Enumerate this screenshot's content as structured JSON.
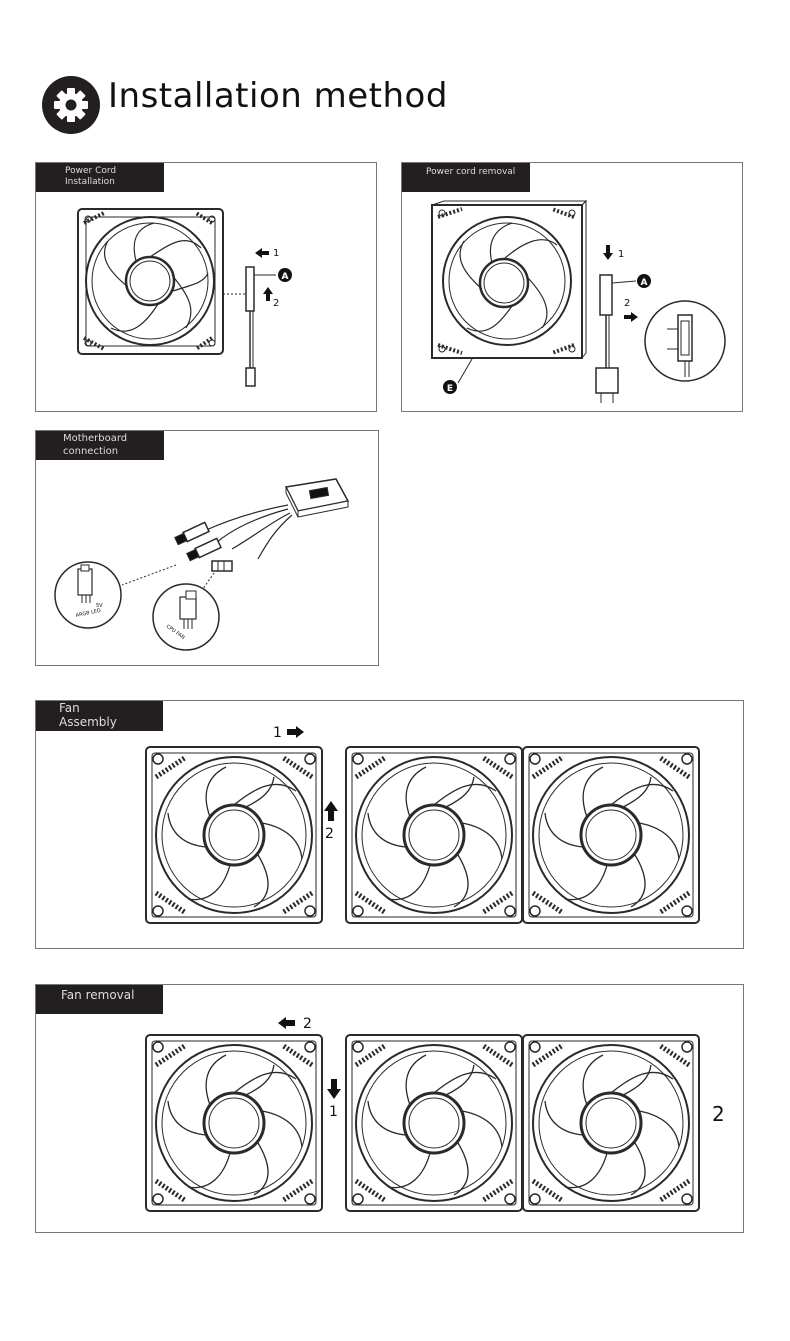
{
  "page": {
    "title": "Installation method",
    "icon": "gear-icon"
  },
  "panels": {
    "power_cord_installation": {
      "label_line1": "Power Cord",
      "label_line2": "Installation",
      "step1": "1",
      "step2": "2",
      "callout_a": "A"
    },
    "power_cord_removal": {
      "label": "Power cord removal",
      "step1": "1",
      "step2": "2",
      "callout_a": "A",
      "callout_e": "E"
    },
    "motherboard_connection": {
      "label_line1": "Motherboard",
      "label_line2": "connection",
      "argb_text": "ARGB LED",
      "pin_text": "5V",
      "fan_text": "CPU FAN"
    },
    "fan_assembly": {
      "label_line1": "Fan",
      "label_line2": "Assembly",
      "step1": "1",
      "step2": "2"
    },
    "fan_removal": {
      "label": "Fan removal",
      "step1": "1",
      "step2": "2",
      "side_number": "2"
    }
  },
  "colors": {
    "label_bg": "#231f20",
    "label_text": "#dddddd",
    "line": "#2a2a2a",
    "border": "#777777"
  }
}
